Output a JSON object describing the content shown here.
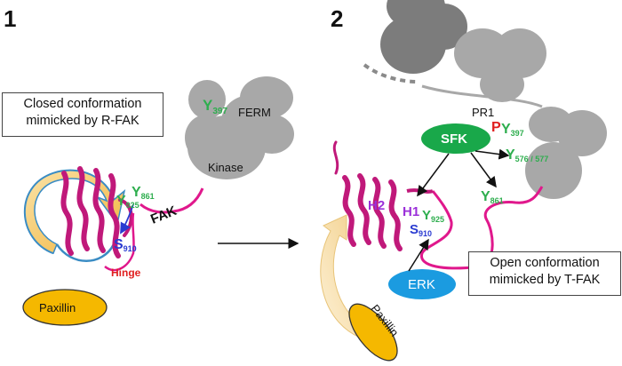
{
  "panels": [
    "1",
    "2"
  ],
  "captions": {
    "closed_line1": "Closed conformation",
    "closed_line2": "mimicked by R-FAK",
    "open_line1": "Open conformation",
    "open_line2": "mimicked by T-FAK"
  },
  "labels": {
    "fak": "FAK",
    "ferm": "FERM",
    "kinase": "Kinase",
    "paxillin": "Paxillin",
    "hinge": "Hinge",
    "h1": "H1",
    "h2": "H2",
    "sfk": "SFK",
    "erk": "ERK",
    "pr1": "PR1",
    "p": "P"
  },
  "residues": {
    "y397": {
      "letter": "Y",
      "num": "397"
    },
    "y861": {
      "letter": "Y",
      "num": "861"
    },
    "y925": {
      "letter": "Y",
      "num": "925"
    },
    "s910": {
      "letter": "S",
      "num": "910"
    },
    "y576_577": {
      "letter": "Y",
      "num": "576 / 577"
    }
  },
  "colors": {
    "helix": "#c0197a",
    "helix_dark": "#7a0d4c",
    "linker": "#e0188c",
    "gray_domain": "#a8a8a8",
    "gray_dark": "#7c7c7c",
    "paxillin": "#f5b800",
    "paxillin_arrow": "#e8a317",
    "paxillin_arrow_light": "#f4d9a0",
    "sfk": "#19a84a",
    "erk": "#1b9be0",
    "tyrosine": "#2eae4e",
    "serine": "#2a3bd1",
    "hinge": "#e02020",
    "h_label": "#9b30d9",
    "phospho": "#e02020",
    "circle_arrow": "#3a8cc4"
  }
}
